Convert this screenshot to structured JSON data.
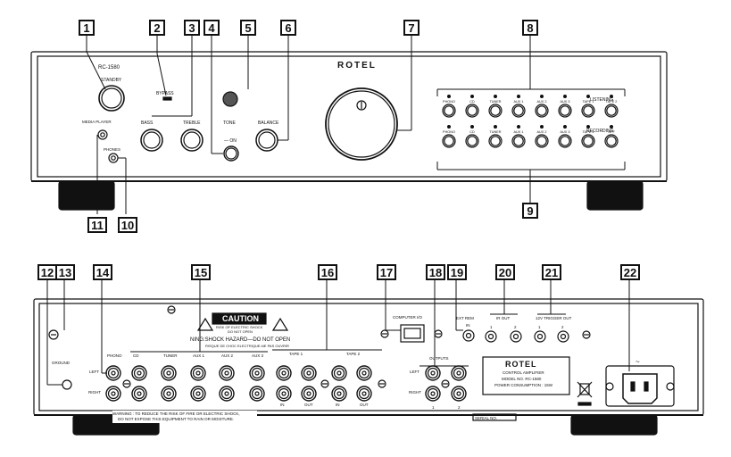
{
  "front_panel": {
    "brand": "ROTEL",
    "model": "RC-1580",
    "standby_label": "STANDBY",
    "bypass_label": "BYPASS",
    "media_player_label": "MEDIA PLAYER",
    "phones_label": "PHONES",
    "bass_label": "BASS",
    "treble_label": "TREBLE",
    "tone_label": "TONE",
    "tone_on_label": "— ON",
    "balance_label": "BALANCE",
    "listening_label": "LISTENING",
    "recording_label": "RECORDING",
    "listening_buttons": [
      "PHONO",
      "CD",
      "TUNER",
      "AUX 1",
      "AUX 2",
      "AUX 3",
      "TAPE 1",
      "TAPE 2"
    ],
    "recording_buttons": [
      "PHONO",
      "CD",
      "TUNER",
      "AUX 1",
      "AUX 2",
      "AUX 3",
      "TAPE 1",
      "OFF"
    ]
  },
  "rear_panel": {
    "caution_title": "CAUTION",
    "caution_line1": "RISK OF ELECTRIC SHOCK",
    "caution_line2": "DO NOT OPEN",
    "caution_warning1": "NING:SHOCK HAZARD—DO NOT OPEN",
    "caution_warning2": "RISQUE DE CHOC ELECTRIQUE-NE PAS OUVRIR",
    "phono_label": "PHONO",
    "left_label": "LEFT",
    "right_label": "RIGHT",
    "ground_label": "GROUND",
    "input_labels": [
      "CD",
      "TUNER",
      "AUX 1",
      "AUX 2",
      "AUX 3"
    ],
    "tape1_label": "TAPE 1",
    "tape2_label": "TAPE 2",
    "in_label": "IN",
    "out_label": "OUT",
    "computer_io_label": "COMPUTER I/O",
    "outputs_label": "OUTPUTS",
    "outputs_left": "LEFT",
    "outputs_right": "RIGHT",
    "out_1": "1",
    "out_2": "2",
    "ext_rem_label": "EXT REM",
    "ext_rem_in": "IN",
    "ir_out_label": "IR OUT",
    "trigger_out_label": "12V TRIGGER OUT",
    "port_1": "1",
    "port_2": "2",
    "plate_brand": "ROTEL",
    "plate_line1": "CONTROL AMPLIFIER",
    "plate_line2": "MODEL NO. RC-1580",
    "plate_line3": "POWER CONSUMPTION : 15W",
    "serial_label": "SERIAL NO.",
    "warning_line1": "WARNING : TO REDUCE THE RISK OF FIRE OR ELECTRIC SHOCK,",
    "warning_line2": "DO NOT EXPOSE THIS EQUIPMENT TO RAIN OR MOISTURE.",
    "ac_symbol": "~"
  },
  "callouts": [
    "1",
    "2",
    "3",
    "4",
    "5",
    "6",
    "7",
    "8",
    "9",
    "10",
    "11",
    "12",
    "13",
    "14",
    "15",
    "16",
    "17",
    "18",
    "19",
    "20",
    "21",
    "22"
  ],
  "colors": {
    "ink": "#111111",
    "panel": "#ffffff"
  }
}
